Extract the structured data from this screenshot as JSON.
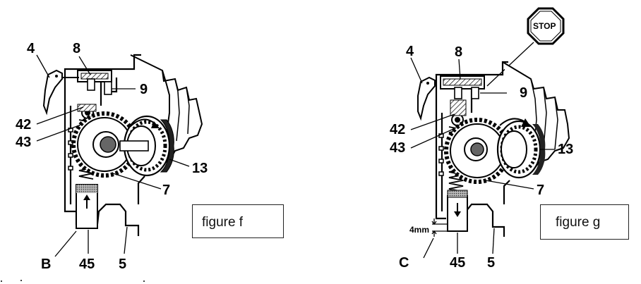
{
  "figures": [
    {
      "caption": "figure f",
      "callouts": {
        "trigger": "4",
        "pin": "8",
        "lever": "9",
        "spring_top": "42",
        "spring_bottom": "43",
        "ring_gear": "13",
        "gear": "7",
        "plunger": "45",
        "housing": "5",
        "ref": "B"
      }
    },
    {
      "caption": "figure g",
      "stop_sign": "STOP",
      "gap_measure": "4mm",
      "callouts": {
        "trigger": "4",
        "pin": "8",
        "lever": "9",
        "spring_top": "42",
        "spring_bottom": "43",
        "ring_gear": "13",
        "gear": "7",
        "plunger": "45",
        "housing": "5",
        "ref": "C"
      }
    }
  ]
}
